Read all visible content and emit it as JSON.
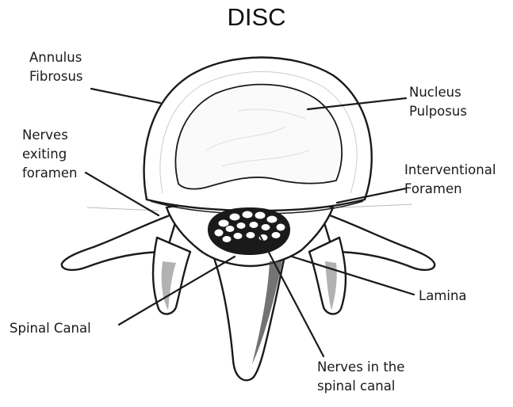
{
  "title": "DISC",
  "labels": {
    "annulus_line1": "Annulus",
    "annulus_line2": "Fibrosus",
    "nucleus_line1": "Nucleus",
    "nucleus_line2": "Pulposus",
    "nerves_exiting_line1": "Nerves",
    "nerves_exiting_line2": "exiting",
    "nerves_exiting_line3": "foramen",
    "interventional_line1": "Interventional",
    "interventional_line2": "Foramen",
    "lamina": "Lamina",
    "spinal_canal": "Spinal Canal",
    "nerves_canal_line1": "Nerves in the",
    "nerves_canal_line2": "spinal canal"
  }
}
